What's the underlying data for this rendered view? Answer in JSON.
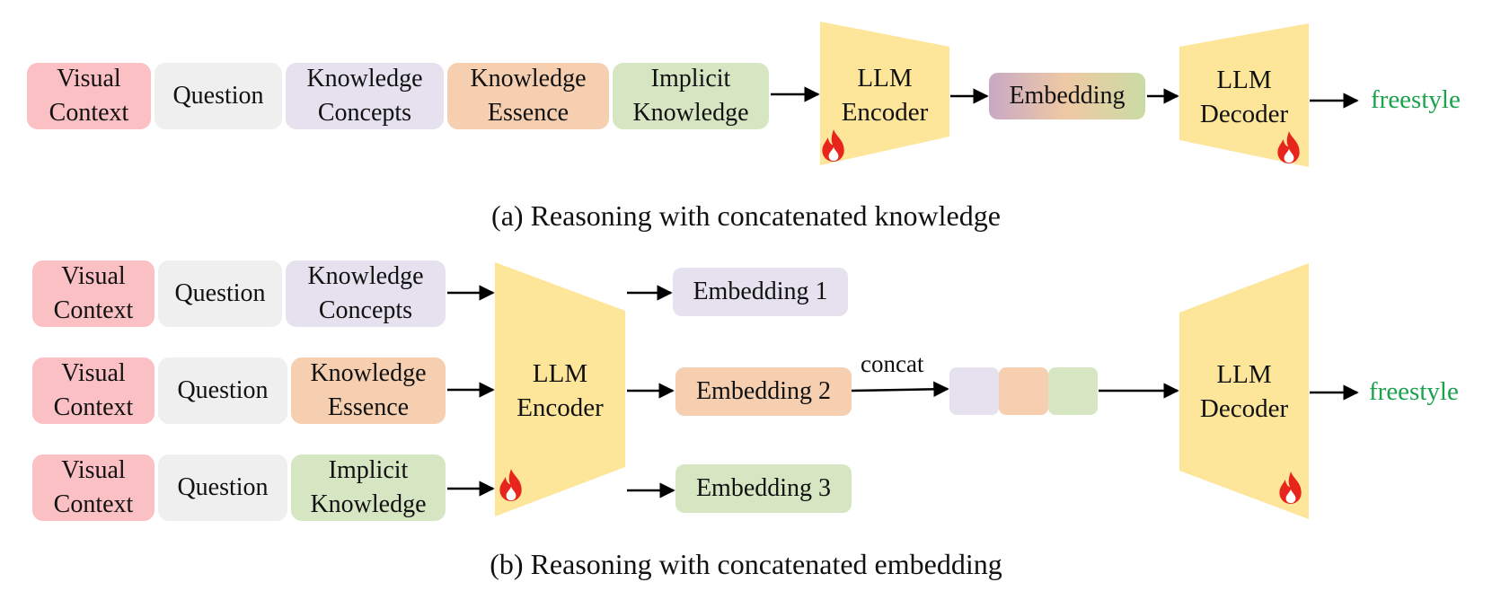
{
  "colors": {
    "visual_context": "#fbc0c4",
    "question": "#efefef",
    "knowledge_concepts": "#e5e1ee",
    "knowledge_essence": "#f5cfb0",
    "implicit_knowledge": "#d7e6c2",
    "llm_block": "#fde59a",
    "output_text": "#1aa24d",
    "flame": "#e8251c"
  },
  "icons": {
    "trainable": "flame-icon"
  },
  "panel_a": {
    "inputs": {
      "visual_context": "Visual\nContext",
      "question": "Question",
      "knowledge_concepts": "Knowledge\nConcepts",
      "knowledge_essence": "Knowledge\nEssence",
      "implicit_knowledge": "Implicit\nKnowledge"
    },
    "encoder": "LLM\nEncoder",
    "embedding": "Embedding",
    "decoder": "LLM\nDecoder",
    "output": "freestyle",
    "caption": "(a) Reasoning with concatenated knowledge"
  },
  "panel_b": {
    "rows": [
      {
        "visual_context": "Visual\nContext",
        "question": "Question",
        "knowledge": "Knowledge\nConcepts",
        "embedding": "Embedding 1"
      },
      {
        "visual_context": "Visual\nContext",
        "question": "Question",
        "knowledge": "Knowledge\nEssence",
        "embedding": "Embedding 2"
      },
      {
        "visual_context": "Visual\nContext",
        "question": "Question",
        "knowledge": "Implicit\nKnowledge",
        "embedding": "Embedding 3"
      }
    ],
    "encoder": "LLM\nEncoder",
    "concat_label": "concat",
    "decoder": "LLM\nDecoder",
    "output": "freestyle",
    "caption": "(b) Reasoning with concatenated embedding"
  }
}
